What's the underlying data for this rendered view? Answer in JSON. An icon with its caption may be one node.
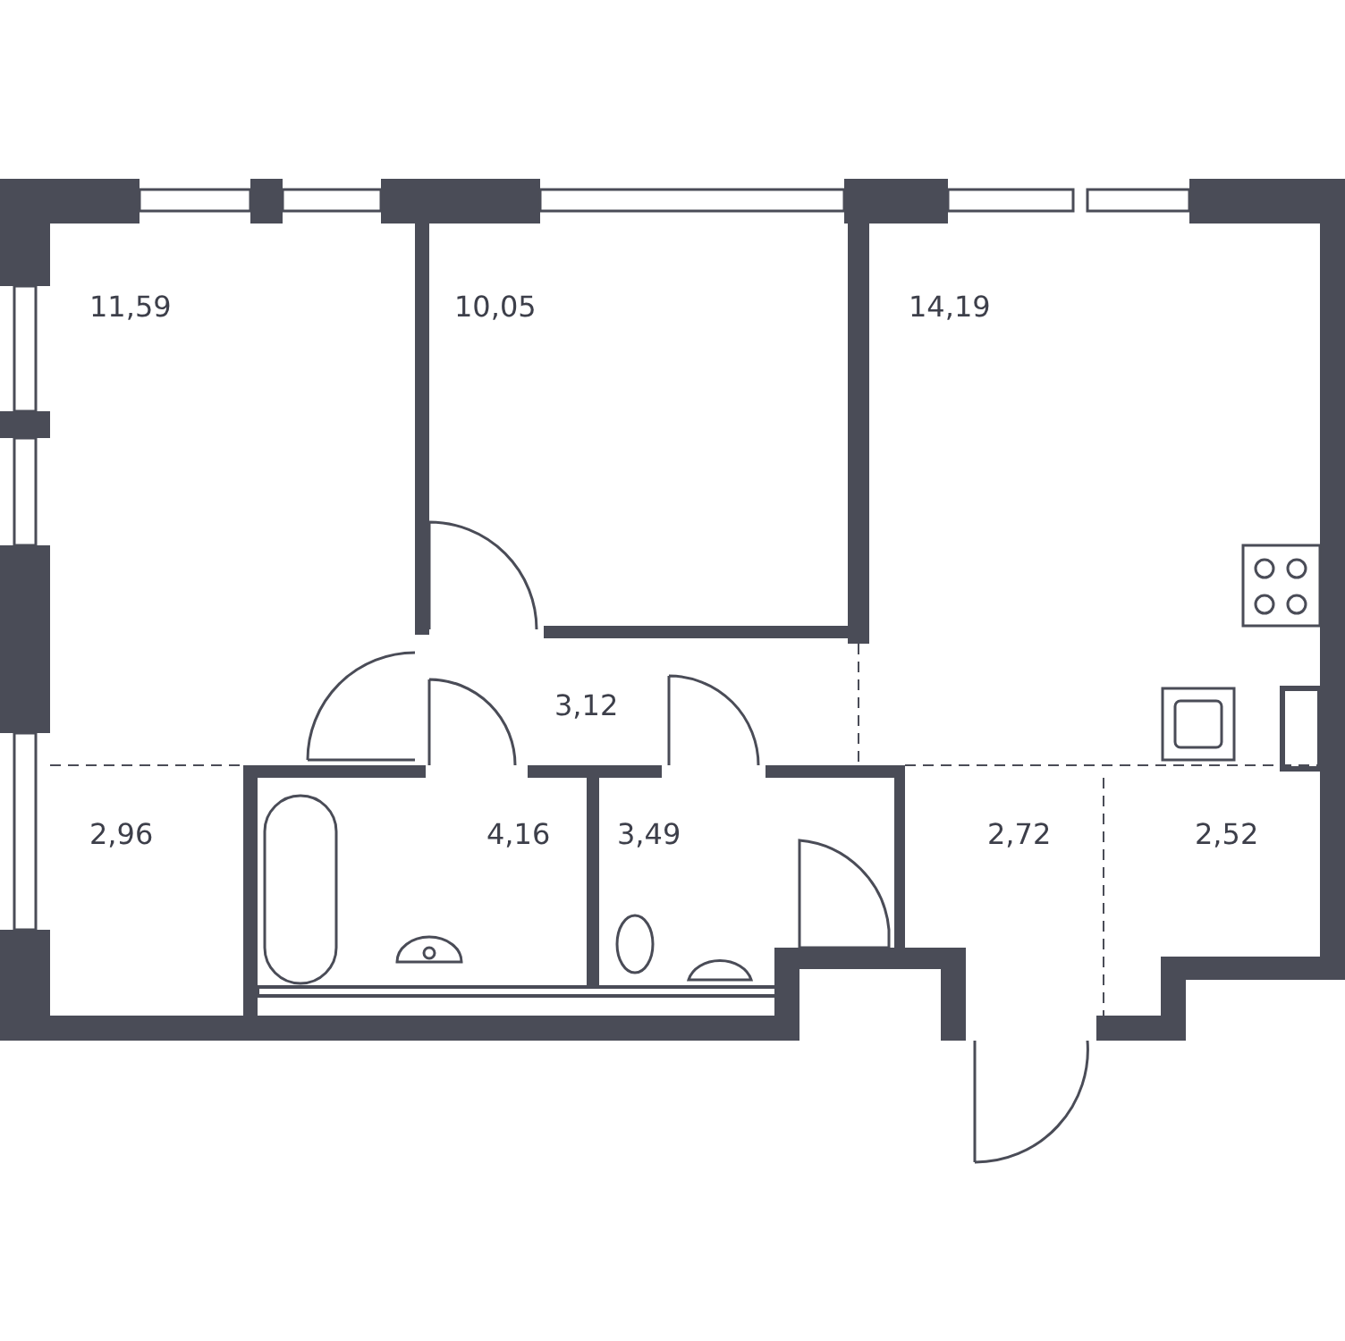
{
  "diagram": {
    "nodes": [
      {
        "text": [
          "11,59"
        ]
      },
      {
        "text": [
          "10,05"
        ]
      },
      {
        "text": [
          "14,19"
        ]
      },
      {
        "text": [
          "3,12"
        ]
      },
      {
        "text": [
          "2,96"
        ]
      },
      {
        "text": [
          "4,16"
        ]
      },
      {
        "text": [
          "3,49"
        ]
      },
      {
        "text": [
          "2,72"
        ]
      },
      {
        "text": [
          "2,52"
        ]
      }
    ]
  }
}
